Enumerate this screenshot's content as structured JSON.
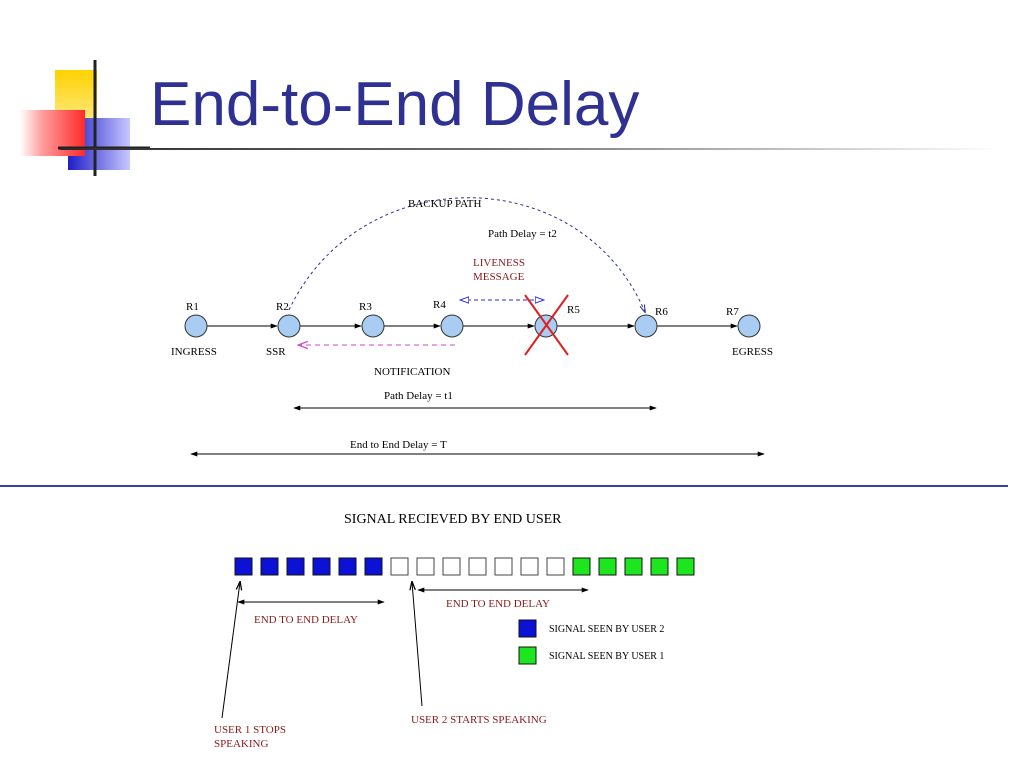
{
  "slide": {
    "title": "End-to-End Delay"
  },
  "colors": {
    "title": "#2e3192",
    "node_fill": "#a9cdf2",
    "backup_path": "#2e3192",
    "liveness": "#2a2ae0",
    "notification": "#d246d2",
    "failure_cross": "#e02020",
    "red_label": "#8b1a1a",
    "blue_signal": "#0b12d6",
    "green_signal": "#1ee61e",
    "section_rule": "#3a3fa5"
  },
  "network": {
    "routers": [
      {
        "id": "R1",
        "label": "INGRESS",
        "failed": false
      },
      {
        "id": "R2",
        "label": "SSR",
        "failed": false
      },
      {
        "id": "R3",
        "label": "",
        "failed": false
      },
      {
        "id": "R4",
        "label": "",
        "failed": false
      },
      {
        "id": "R5",
        "label": "",
        "failed": true
      },
      {
        "id": "R6",
        "label": "",
        "failed": false
      },
      {
        "id": "R7",
        "label": "EGRESS",
        "failed": false
      }
    ],
    "backup_path_label": "BACKUP PATH",
    "backup_delay_label": "Path Delay = t2",
    "liveness_line1": "LIVENESS",
    "liveness_line2": "MESSAGE",
    "notification_label": "NOTIFICATION",
    "path_delay_label": "Path Delay = t1",
    "end_to_end_label": "End to End Delay = T"
  },
  "signal": {
    "title": "SIGNAL RECIEVED BY END USER",
    "squares": [
      "blue",
      "blue",
      "blue",
      "blue",
      "blue",
      "blue",
      "white",
      "white",
      "white",
      "white",
      "white",
      "white",
      "white",
      "green",
      "green",
      "green",
      "green",
      "green"
    ],
    "delay_label_1": "END TO END DELAY",
    "delay_label_2": "END TO END DELAY",
    "legend": [
      {
        "color": "blue",
        "label": "SIGNAL SEEN BY USER 2"
      },
      {
        "color": "green",
        "label": "SIGNAL SEEN BY USER 1"
      }
    ],
    "user1_line1": "USER 1 STOPS",
    "user1_line2": "SPEAKING",
    "user2_label": "USER 2 STARTS SPEAKING"
  }
}
